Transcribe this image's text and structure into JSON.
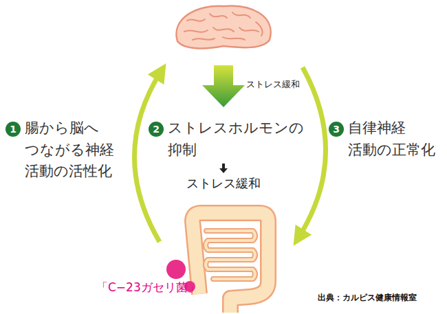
{
  "diagram": {
    "nodes": [
      {
        "text": [
          "1",
          "腸から脳へ つながる神経 活動の活性化"
        ]
      },
      {
        "text": [
          "2",
          "ストレスホルモンの 抑制"
        ]
      },
      {
        "text": [
          "3",
          "自律神経 活動の正常化"
        ]
      }
    ],
    "labels": [
      "ストレス緩和",
      "ストレス緩和",
      "「C−23ガセリ菌」",
      "出典：カルピス健康情報室"
    ]
  }
}
